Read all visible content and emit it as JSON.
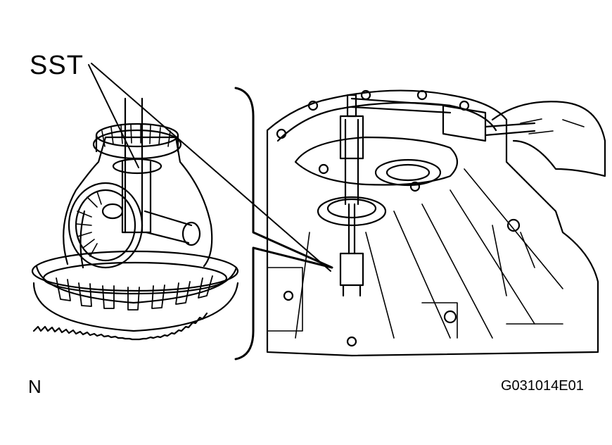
{
  "labels": {
    "sst": "SST",
    "view_code": "N",
    "figure_id": "G031014E01"
  }
}
